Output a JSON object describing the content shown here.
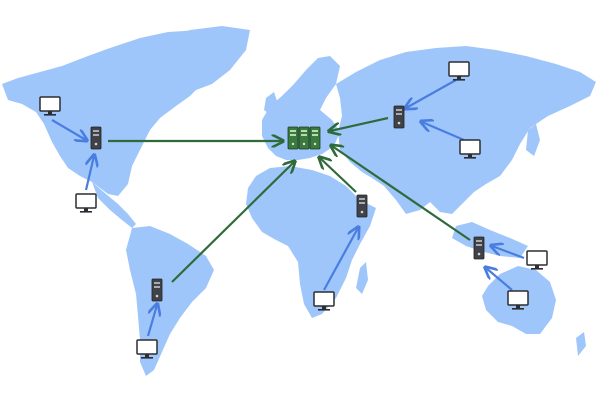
{
  "colors": {
    "background": "#ffffff",
    "land": "#9fc6fa",
    "client_arrow": "#4a7de0",
    "server_arrow": "#2f6b3a",
    "regional_server": "#3f4247",
    "central_server": "#3a7a3e",
    "monitor_frame": "#2b2d30"
  },
  "icons": {
    "client": "monitor-icon",
    "regional_server": "server-tower-icon",
    "central_server": "server-rack-icon"
  },
  "diagram": {
    "central_server": "europe",
    "regional_servers": [
      "north-america",
      "south-america",
      "east-africa",
      "russia",
      "southeast-asia"
    ],
    "clients": [
      {
        "id": "canada-west",
        "connects_to": "north-america"
      },
      {
        "id": "mexico",
        "connects_to": "north-america"
      },
      {
        "id": "south-america-south",
        "connects_to": "south-america"
      },
      {
        "id": "southern-africa",
        "connects_to": "east-africa"
      },
      {
        "id": "siberia",
        "connects_to": "russia"
      },
      {
        "id": "china",
        "connects_to": "russia"
      },
      {
        "id": "pacific-islands",
        "connects_to": "southeast-asia"
      },
      {
        "id": "australia",
        "connects_to": "southeast-asia"
      }
    ]
  }
}
